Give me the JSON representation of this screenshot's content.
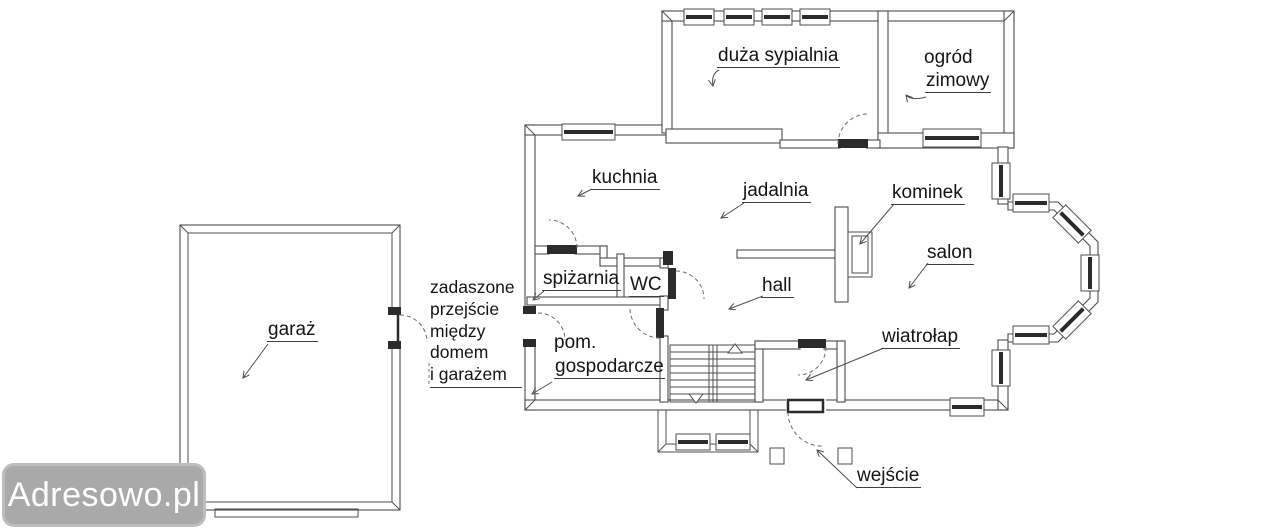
{
  "watermark": {
    "text": "Adresowo.pl"
  },
  "colors": {
    "line": "#4d4d4d",
    "text": "#141414",
    "watermark_bg": "#a9a9a9",
    "watermark_text": "#ffffff"
  },
  "plan": {
    "labels": {
      "garage": "garaż",
      "big_bedroom": "duża sypialnia",
      "winter_garden": [
        "ogród",
        "zimowy"
      ],
      "kitchen": "kuchnia",
      "dining_room": "jadalnia",
      "fireplace": "kominek",
      "living_room": "salon",
      "pantry": "spiżarnia",
      "wc": "WC",
      "hall": "hall",
      "utility_room": [
        "pom.",
        "gospodarcze"
      ],
      "vestibule": "wiatrołap",
      "entrance": "wejście"
    },
    "passage_note_lines": [
      "zadaszone",
      "przejście",
      "między",
      "domem",
      "i garażem"
    ]
  }
}
